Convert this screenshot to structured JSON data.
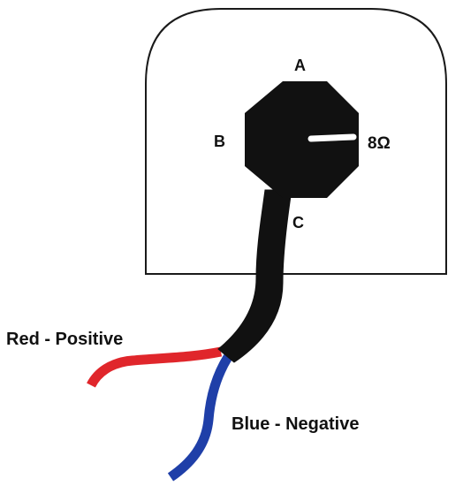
{
  "labels": {
    "terminal_a": "A",
    "terminal_b": "B",
    "terminal_c": "C",
    "impedance": "8Ω",
    "red_wire": "Red - Positive",
    "blue_wire": "Blue - Negative"
  },
  "colors": {
    "housing_stroke": "#1a1a1a",
    "knob_fill": "#111111",
    "cable_fill": "#111111",
    "pointer": "#ffffff",
    "red_wire": "#e0262b",
    "blue_wire": "#1f3fa8",
    "text": "#111111"
  },
  "icons": {
    "knob": "octagon-selector-knob",
    "pointer": "knob-pointer-line"
  }
}
